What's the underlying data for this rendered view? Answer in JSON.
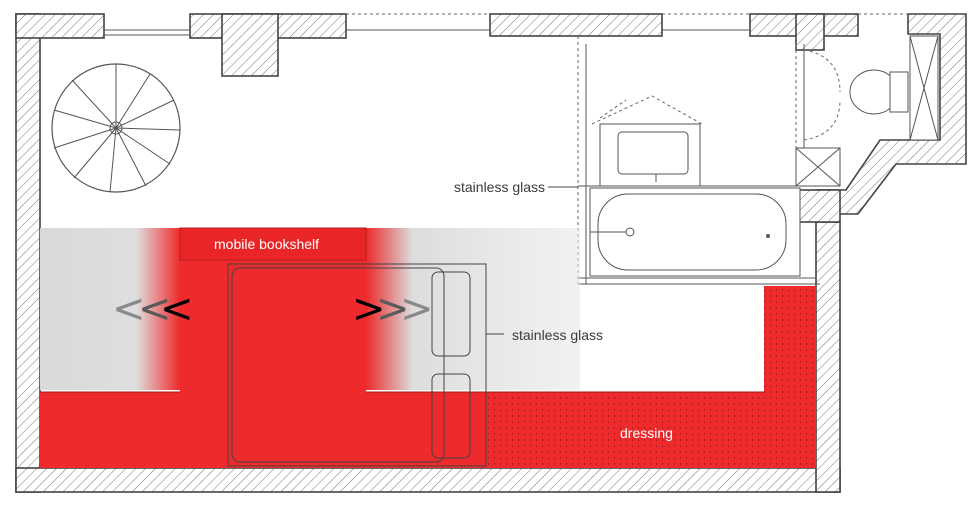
{
  "labels": {
    "mobile_bookshelf": "mobile bookshelf",
    "stainless_glass_top": "stainless glass",
    "stainless_glass_mid": "stainless glass",
    "dressing": "dressing"
  },
  "arrows": {
    "left": "<<<",
    "right": ">>>"
  },
  "colors": {
    "accent_red": "#ee2a2c",
    "wall_stroke": "#444444",
    "fade_gray": "#c8c8c8",
    "text": "#3a3a3a"
  },
  "icons": {
    "stair": "spiral-staircase-icon",
    "toilet": "toilet-icon",
    "sink": "sink-icon",
    "tub": "bathtub-icon"
  }
}
